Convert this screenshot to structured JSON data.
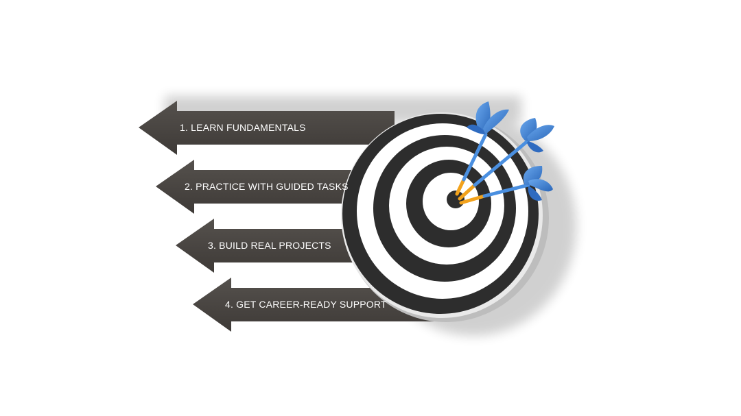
{
  "steps": [
    {
      "label": "1. LEARN FUNDAMENTALS"
    },
    {
      "label": "2. PRACTICE WITH GUIDED TASKS"
    },
    {
      "label": "3. BUILD REAL PROJECTS"
    },
    {
      "label": "4. GET CAREER-READY SUPPORT"
    }
  ],
  "colors": {
    "arrow": "#4a4642",
    "ring_dark": "#2d2d2d",
    "ring_light": "#ffffff",
    "dart_flight": "#3d82d6",
    "dart_shaft": "#4a8fe0",
    "dart_tip": "#f2a21c"
  },
  "icons": [
    "target-icon",
    "dart-icon"
  ]
}
